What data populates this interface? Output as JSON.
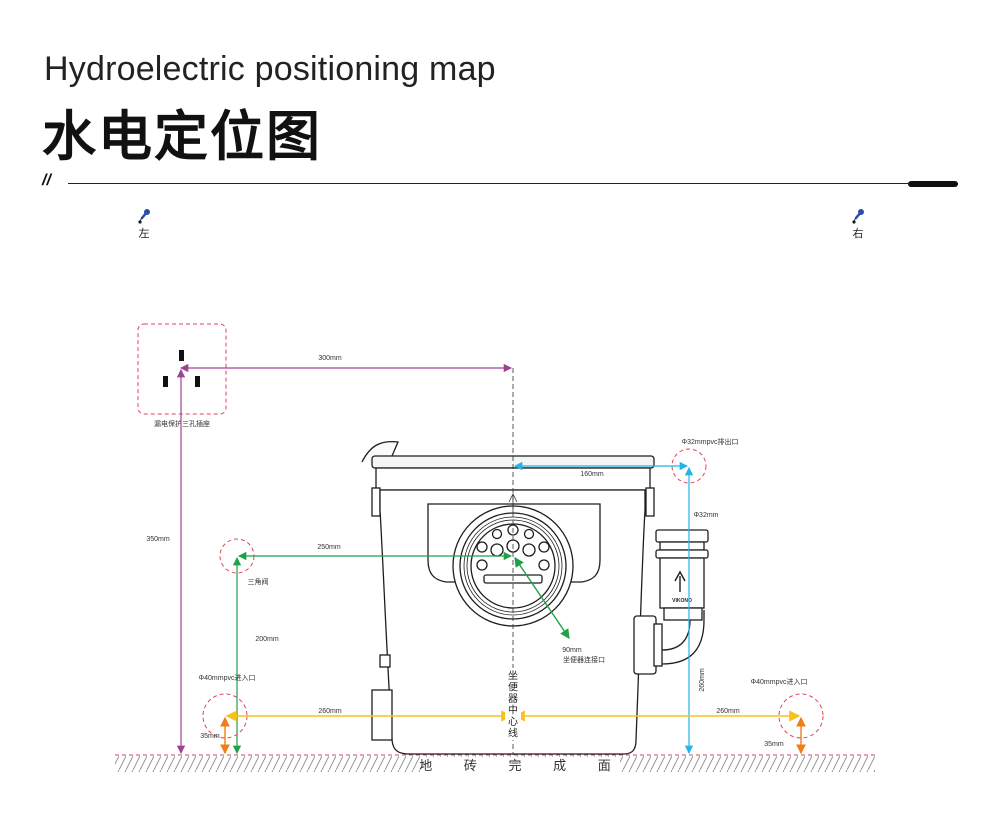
{
  "header": {
    "title_en": "Hydroelectric positioning map",
    "title_cn": "水电定位图",
    "divider_mark": "//"
  },
  "sides": {
    "left": "左",
    "right": "右"
  },
  "diagram": {
    "socket_label": "漏电保护三孔插座",
    "dim_300": "300mm",
    "dim_350": "350mm",
    "outlet_label": "Φ32mmpvc排出口",
    "dim_160": "160mm",
    "dim_phi32": "Φ32mm",
    "dim_250": "250mm",
    "valve_label": "三角阀",
    "dim_200": "200mm",
    "dim_90": "90mm",
    "toilet_conn_label": "坐便器连接口",
    "inlet_left_label": "Φ40mmpvc进入口",
    "inlet_right_label": "Φ40mmpvc进入口",
    "dim_260_vert": "260mm",
    "dim_260_left": "260mm",
    "dim_260_right": "260mm",
    "dim_35_left": "35mm",
    "dim_35_right": "35mm",
    "centerline_label": "坐便器中心线",
    "floor_label": "地 砖 完 成 面",
    "brand_mark": "VIKONO"
  },
  "colors": {
    "purple": "#a0438f",
    "cyan": "#21b5e8",
    "green": "#1fa14a",
    "yellow": "#f7c21b",
    "orange": "#ef7d1a",
    "red_dashed": "#e2455a",
    "outline": "#1e1e1e"
  }
}
